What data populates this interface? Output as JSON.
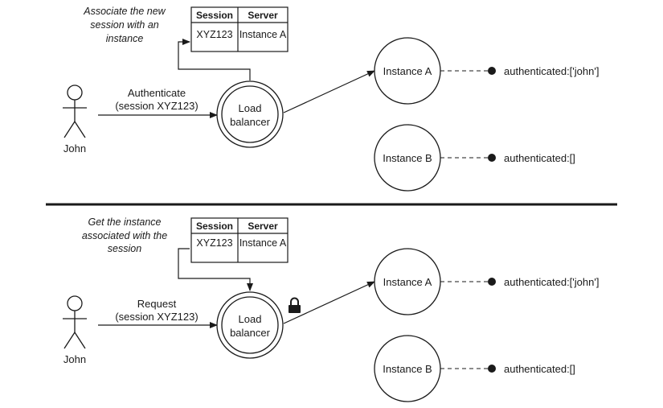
{
  "panels": [
    {
      "note": [
        "Associate the new",
        "session with an",
        "instance"
      ],
      "table": {
        "headers": [
          "Session",
          "Server"
        ],
        "row": [
          "XYZ123",
          "Instance A"
        ]
      },
      "actor": "John",
      "request": [
        "Authenticate",
        "(session XYZ123)"
      ],
      "balancer": [
        "Load",
        "balancer"
      ],
      "instances": [
        {
          "name": "Instance A",
          "state": "authenticated:['john']"
        },
        {
          "name": "Instance B",
          "state": "authenticated:[]"
        }
      ]
    },
    {
      "note": [
        "Get the instance",
        "associated with the",
        "session"
      ],
      "table": {
        "headers": [
          "Session",
          "Server"
        ],
        "row": [
          "XYZ123",
          "Instance A"
        ]
      },
      "actor": "John",
      "request": [
        "Request",
        "(session XYZ123)"
      ],
      "balancer": [
        "Load",
        "balancer"
      ],
      "instances": [
        {
          "name": "Instance A",
          "state": "authenticated:['john']"
        },
        {
          "name": "Instance B",
          "state": "authenticated:[]"
        }
      ]
    }
  ],
  "icons": {
    "sticky_session": "lock-icon"
  },
  "colors": {
    "stroke": "#1a1a1a",
    "background": "#ffffff"
  }
}
